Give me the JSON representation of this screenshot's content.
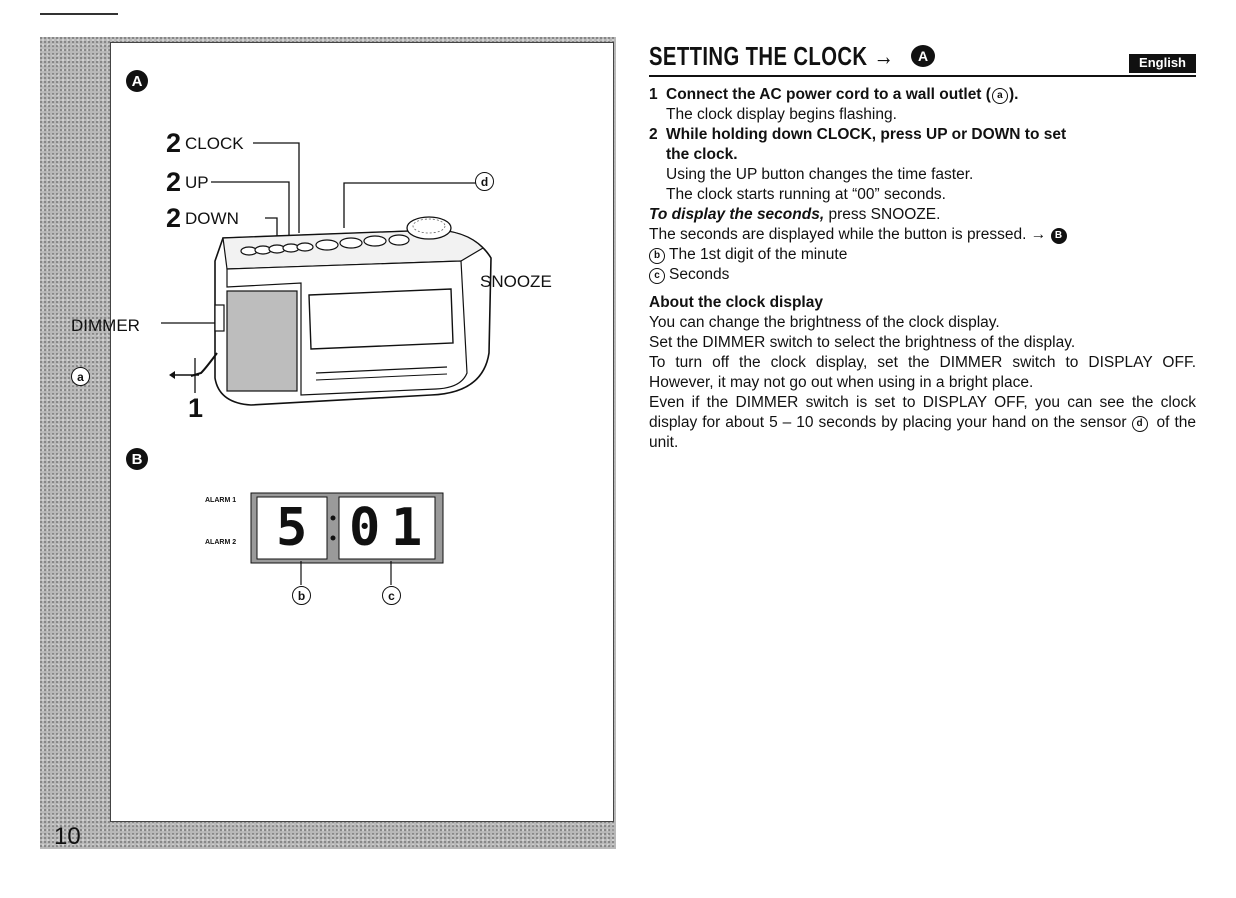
{
  "page": {
    "page_number": "10"
  },
  "figure_a": {
    "marker": "A",
    "labels": {
      "clock": "CLOCK",
      "up": "UP",
      "down": "DOWN",
      "step_num": "2",
      "snooze": "SNOOZE",
      "dimmer": "DIMMER",
      "outlet_callout": "a",
      "sensor_callout": "d",
      "step1": "1"
    }
  },
  "figure_b": {
    "marker": "B",
    "alarm1": "ALARM 1",
    "alarm2": "ALARM 2",
    "display_hour": "5",
    "display_min_tens": "0",
    "display_min_ones": "1",
    "callout_b": "b",
    "callout_c": "c"
  },
  "text": {
    "heading": "SETTING THE CLOCK →",
    "heading_ref": "A",
    "language_tab": "English",
    "step1_num": "1",
    "step1_title": "Connect the AC power cord to a wall outlet (",
    "step1_ref": "a",
    "step1_close": ").",
    "step1_desc": "The clock display begins flashing.",
    "step2_num": "2",
    "step2_title_a": "While holding down CLOCK, press UP or DOWN to set",
    "step2_title_b": "the clock.",
    "step2_desc_a": "Using the UP button changes the time faster.",
    "step2_desc_b": "The clock starts running at “00” seconds.",
    "seconds_lead": "To display the seconds,",
    "seconds_rest": " press SNOOZE.",
    "seconds_desc": "The seconds are displayed while the button is pressed. →",
    "seconds_ref": "B",
    "item_b_ref": "b",
    "item_b": "The 1st digit of the minute",
    "item_c_ref": "c",
    "item_c": "Seconds",
    "about_title": "About the clock display",
    "about_p1": "You can change the brightness of the clock display.",
    "about_p2": "Set the DIMMER switch to select the brightness of the display.",
    "about_p3": "To turn off the clock display, set the DIMMER switch to DISPLAY OFF.  However, it may not go out when using in a bright place.",
    "about_p4a": "Even if the DIMMER switch is set to DISPLAY OFF, you can see the clock display for about 5 – 10 seconds by placing your hand on the sensor ",
    "about_p4_ref": "d",
    "about_p4b": " of the unit."
  }
}
